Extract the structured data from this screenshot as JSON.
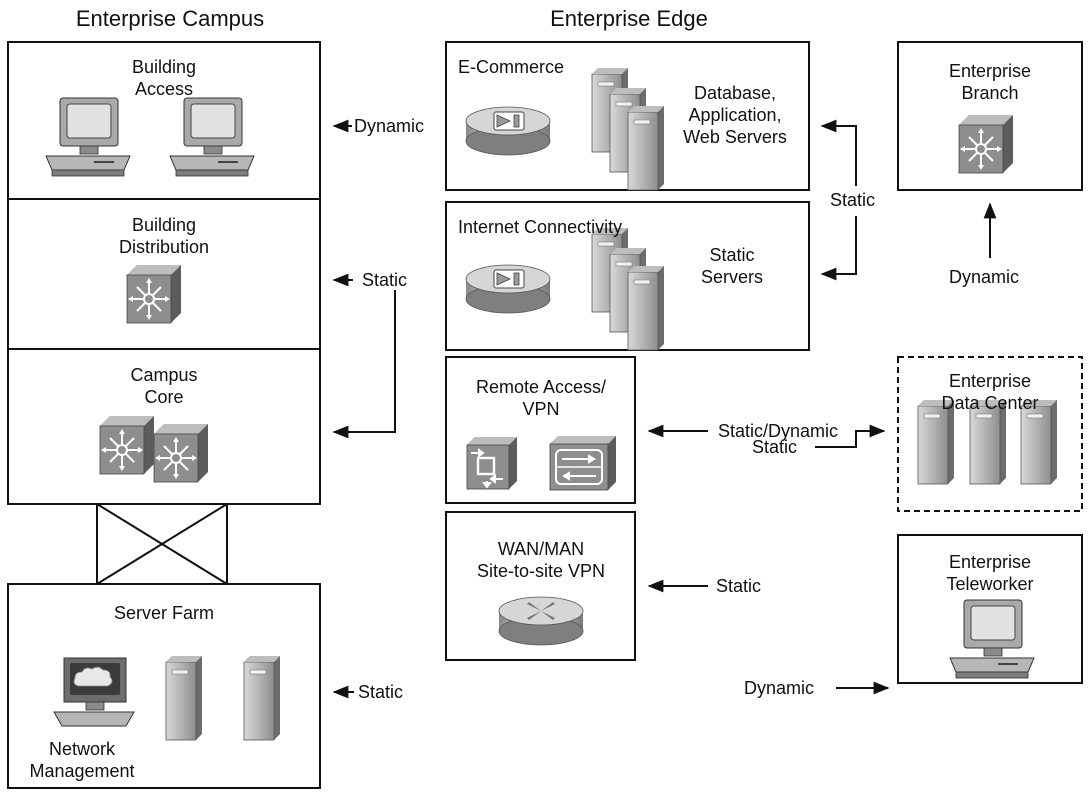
{
  "headings": {
    "campus": "Enterprise Campus",
    "edge": "Enterprise Edge"
  },
  "campus": {
    "building_access": "Building\nAccess",
    "building_distribution": "Building\nDistribution",
    "campus_core": "Campus\nCore",
    "server_farm": "Server Farm",
    "network_management": "Network\nManagement"
  },
  "edge": {
    "ecommerce": "E-Commerce",
    "ecommerce_servers": "Database,\nApplication,\nWeb Servers",
    "internet_connectivity": "Internet Connectivity",
    "static_servers": "Static\nServers",
    "remote_access": "Remote Access/\nVPN",
    "wan_man": "WAN/MAN\nSite-to-site VPN"
  },
  "remote": {
    "branch": "Enterprise\nBranch",
    "data_center": "Enterprise\nData Center",
    "teleworker": "Enterprise\nTeleworker"
  },
  "routing_labels": {
    "access": "Dynamic",
    "distribution": "Static",
    "server_farm": "Static",
    "edge_static": "Static",
    "branch": "Dynamic",
    "remote_access": "Static/Dynamic",
    "data_center": "Static",
    "wan": "Static",
    "teleworker": "Dynamic"
  },
  "icons": [
    "workstation-icon",
    "multilayer-switch-icon",
    "server-icon",
    "router-icon",
    "vpn-concentrator-icon",
    "firewall-icon",
    "network-management-icon"
  ],
  "colors": {
    "line": "#111111",
    "device": "#9a9a9a",
    "device_dark": "#6e6e6e",
    "device_light": "#cfcfcf",
    "screen": "#dcdcdc"
  }
}
